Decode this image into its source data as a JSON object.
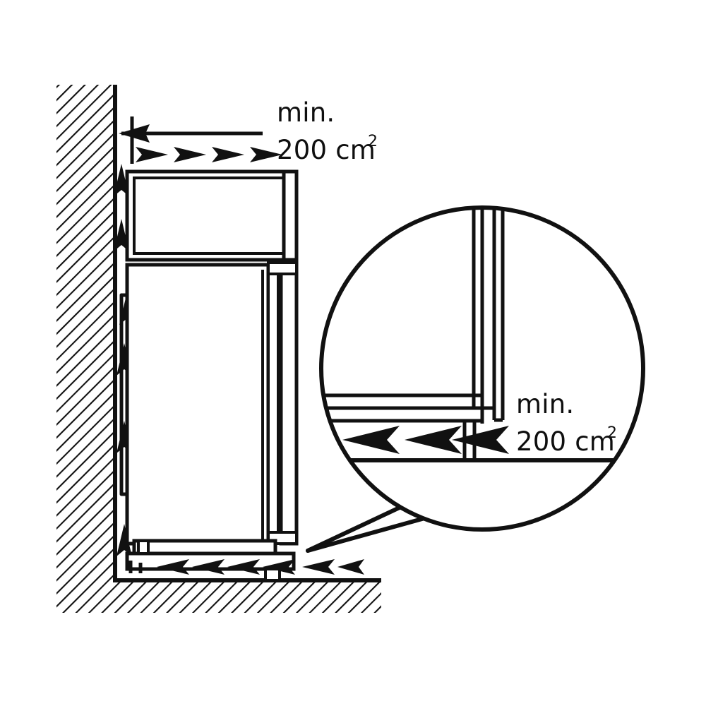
{
  "figure": {
    "kind": "technical-installation-diagram",
    "subject": "refrigerator ventilation clearance against wall",
    "background_color": "#ffffff",
    "ink_color": "#111111"
  },
  "annotations": {
    "top": {
      "name": "top-ventilation-callout",
      "line1": "min.",
      "line2_value": "200",
      "line2_unit": "cm",
      "line2_exponent": "2",
      "line2": "200 cm²"
    },
    "magnified": {
      "name": "plinth-ventilation-callout",
      "line1": "min.",
      "line2_value": "200",
      "line2_unit": "cm",
      "line2_exponent": "2",
      "line2": "200 cm²"
    }
  },
  "scene": {
    "wall": {
      "label": "hatched-wall",
      "hatch_angle_deg": 45
    },
    "floor": {
      "label": "hatched-floor",
      "hatch_angle_deg": 45
    },
    "appliance": {
      "label": "refrigerator-freezer-side-section"
    },
    "airflow": {
      "top_outlet_direction": "right",
      "rear_riser_direction": "up",
      "bottom_inlet_direction": "left",
      "magnified_inlet_direction": "left"
    },
    "magnifier": {
      "label": "detail-circle",
      "target": "appliance-plinth-rear-corner"
    }
  }
}
